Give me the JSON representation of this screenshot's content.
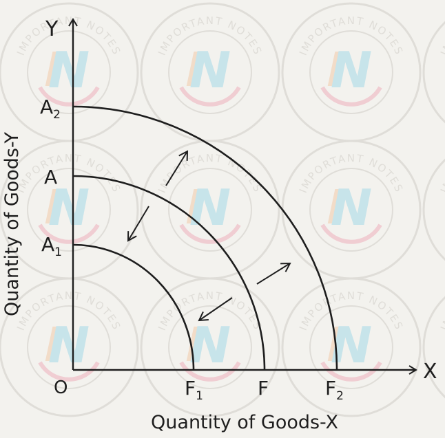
{
  "watermark": {
    "ring_text": "IMPORTANT NOTES",
    "logo_letter": "N",
    "colors": {
      "ring": "#d9d6d0",
      "logo_blue": "#b9dfe9",
      "logo_orange": "#f2cdb0",
      "logo_pink": "#efc0c8"
    }
  },
  "axes": {
    "y_name": "Y",
    "x_name": "X",
    "origin": "O",
    "y_title": "Quantity of Goods-Y",
    "x_title": "Quantity of Goods-X"
  },
  "curves": [
    {
      "id": "inner",
      "y_label": "A",
      "y_sub": "1",
      "x_label": "F",
      "x_sub": "1"
    },
    {
      "id": "middle",
      "y_label": "A",
      "y_sub": "",
      "x_label": "F",
      "x_sub": ""
    },
    {
      "id": "outer",
      "y_label": "A",
      "y_sub": "2",
      "x_label": "F",
      "x_sub": "2"
    }
  ],
  "arrows": [
    {
      "id": "shift-out-upper",
      "direction": "outward"
    },
    {
      "id": "shift-in-upper",
      "direction": "inward"
    },
    {
      "id": "shift-out-lower",
      "direction": "outward"
    },
    {
      "id": "shift-in-lower",
      "direction": "inward"
    }
  ],
  "colors": {
    "ink": "#1e1e1e",
    "paper": "#f3f2ee"
  }
}
